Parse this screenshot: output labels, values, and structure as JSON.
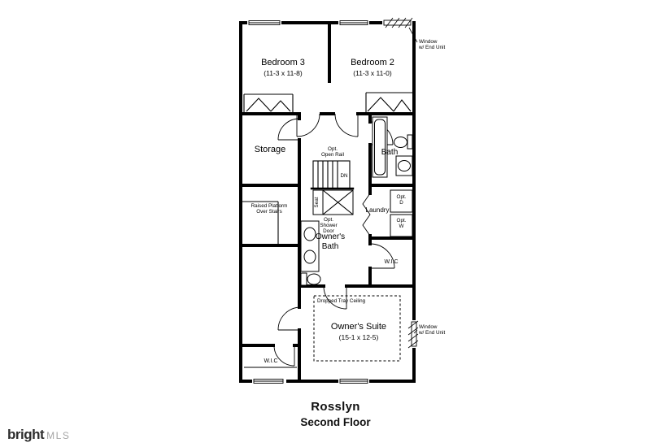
{
  "floor_plan": {
    "rooms": {
      "bedroom3_name": "Bedroom 3",
      "bedroom3_dims": "(11-3 x 11-8)",
      "bedroom2_name": "Bedroom 2",
      "bedroom2_dims": "(11-3 x 11-0)",
      "storage": "Storage",
      "bath": "Bath",
      "owners_bath_line1": "Owner's",
      "owners_bath_line2": "Bath",
      "laundry": "Laundry",
      "owners_suite_name": "Owner's Suite",
      "owners_suite_dims": "(15-1 x 12-5)",
      "wic_right": "W.I.C",
      "wic_bottom": "W.I.C"
    },
    "annotations": {
      "window_top_line1": "Window",
      "window_top_line2": "w/ End Unit",
      "window_bottom_line1": "Window",
      "window_bottom_line2": "w/ End Unit",
      "open_rail_line1": "Opt.",
      "open_rail_line2": "Open Rail",
      "down": "DN",
      "platform_line1": "Raised Platform",
      "platform_line2": "Over Stairs",
      "seat": "Seat",
      "shower_line1": "Opt.",
      "shower_line2": "Shower",
      "shower_line3": "Door",
      "dryer_line1": "Opt.",
      "dryer_line2": "D",
      "washer_line1": "Opt.",
      "washer_line2": "W",
      "tray_ceiling": "Dropped Tray Ceiling"
    }
  },
  "caption": {
    "plan_name": "Rosslyn",
    "floor_name": "Second Floor"
  },
  "branding": {
    "logo_primary": "bright",
    "logo_secondary": "MLS"
  }
}
